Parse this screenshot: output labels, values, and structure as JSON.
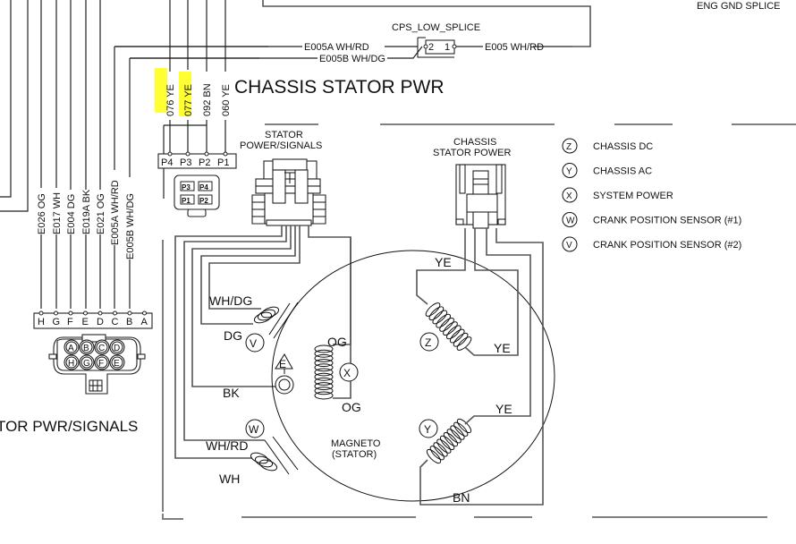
{
  "title": "CHASSIS STATOR PWR",
  "top_right_label": "ENG GND SPLICE",
  "splice": {
    "name": "CPS_LOW_SPLICE",
    "pins": [
      "2",
      "1"
    ],
    "wires_in": [
      "E005A WH/RD",
      "E005B WH/DG"
    ],
    "wire_out": "E005 WH/RD"
  },
  "left_connector": {
    "title": "TOR PWR/SIGNALS",
    "pins": [
      "H",
      "G",
      "F",
      "E",
      "D",
      "C",
      "B",
      "A"
    ],
    "wires": [
      "E026 OG",
      "E017 WH",
      "E004 DG",
      "E019A BK",
      "E021 OG",
      "E005A WH/RD",
      "E005B WH/DG"
    ],
    "face_top": [
      "A",
      "B",
      "C",
      "D"
    ],
    "face_bottom": [
      "H",
      "G",
      "F",
      "E"
    ]
  },
  "p_connector": {
    "pins": [
      "P4",
      "P3",
      "P2",
      "P1"
    ],
    "wires": [
      {
        "label": "076 YE",
        "highlighted": true
      },
      {
        "label": "077 YE",
        "highlighted": true
      },
      {
        "label": "092 BN",
        "highlighted": false
      },
      {
        "label": "060 YE",
        "highlighted": false
      }
    ],
    "face_labels": [
      "P3",
      "P4",
      "P1",
      "P2"
    ]
  },
  "stator_connector": {
    "title_line1": "STATOR",
    "title_line2": "POWER/SIGNALS"
  },
  "chassis_connector": {
    "title_line1": "CHASSIS",
    "title_line2": "STATOR POWER"
  },
  "magneto": {
    "label_line1": "MAGNETO",
    "label_line2": "(STATOR)",
    "wire_labels": {
      "wh_dg": "WH/DG",
      "dg": "DG",
      "bk": "BK",
      "og_top": "OG",
      "og_bottom": "OG",
      "wh_rd": "WH/RD",
      "wh": "WH",
      "ye_top": "YE",
      "ye_mid": "YE",
      "ye_low": "YE",
      "bn": "BN",
      "ground_letter": "E"
    },
    "coil_markers": {
      "v": "V",
      "x": "X",
      "w": "W",
      "z": "Z",
      "y": "Y"
    }
  },
  "legend": [
    {
      "symbol": "Z",
      "label": "CHASSIS DC"
    },
    {
      "symbol": "Y",
      "label": "CHASSIS AC"
    },
    {
      "symbol": "X",
      "label": "SYSTEM POWER"
    },
    {
      "symbol": "W",
      "label": "CRANK POSITION SENSOR (#1)"
    },
    {
      "symbol": "V",
      "label": "CRANK POSITION SENSOR (#2)"
    }
  ],
  "colors": {
    "highlight": "#ffff33",
    "wire": "#555555",
    "ink": "#111111"
  }
}
